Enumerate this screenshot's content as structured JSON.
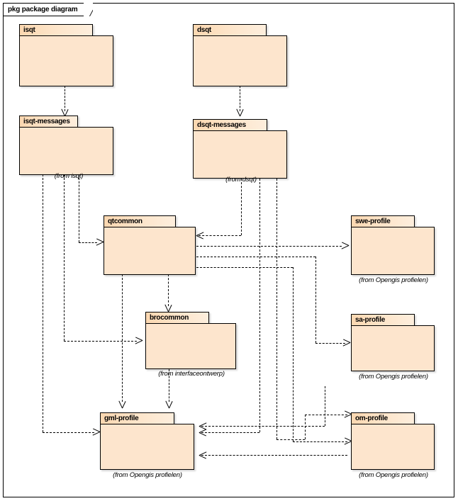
{
  "diagram": {
    "frame_title": "pkg package diagram",
    "type": "uml-package-diagram"
  },
  "packages": [
    {
      "id": "isqt",
      "label": "isqt",
      "note": ""
    },
    {
      "id": "dsqt",
      "label": "dsqt",
      "note": ""
    },
    {
      "id": "isqt-messages",
      "label": "isqt-messages",
      "note": "(from isqt)"
    },
    {
      "id": "dsqt-messages",
      "label": "dsqt-messages",
      "note": "(from dsqt)"
    },
    {
      "id": "qtcommon",
      "label": "qtcommon",
      "note": ""
    },
    {
      "id": "swe-profile",
      "label": "swe-profile",
      "note": "(from Opengis profielen)"
    },
    {
      "id": "brocommon",
      "label": "brocommon",
      "note": "(from interfaceontwerp)"
    },
    {
      "id": "sa-profile",
      "label": "sa-profile",
      "note": "(from Opengis profielen)"
    },
    {
      "id": "gml-profile",
      "label": "gml-profile",
      "note": "(from Opengis profielen)"
    },
    {
      "id": "om-profile",
      "label": "om-profile",
      "note": "(from Opengis profielen)"
    }
  ],
  "dependencies": [
    {
      "from": "isqt",
      "to": "isqt-messages"
    },
    {
      "from": "dsqt",
      "to": "dsqt-messages"
    },
    {
      "from": "isqt-messages",
      "to": "qtcommon"
    },
    {
      "from": "dsqt-messages",
      "to": "qtcommon"
    },
    {
      "from": "isqt-messages",
      "to": "brocommon"
    },
    {
      "from": "isqt-messages",
      "to": "gml-profile"
    },
    {
      "from": "dsqt-messages",
      "to": "gml-profile"
    },
    {
      "from": "dsqt-messages",
      "to": "om-profile"
    },
    {
      "from": "qtcommon",
      "to": "brocommon"
    },
    {
      "from": "qtcommon",
      "to": "gml-profile"
    },
    {
      "from": "qtcommon",
      "to": "swe-profile"
    },
    {
      "from": "qtcommon",
      "to": "sa-profile"
    },
    {
      "from": "qtcommon",
      "to": "om-profile"
    },
    {
      "from": "brocommon",
      "to": "gml-profile"
    },
    {
      "from": "sa-profile",
      "to": "gml-profile"
    },
    {
      "from": "om-profile",
      "to": "gml-profile"
    }
  ],
  "style": {
    "package_header_color": "#fbd7b0",
    "package_body_color": "#fde5cd",
    "border_color": "#000000",
    "background_color": "#ffffff"
  }
}
